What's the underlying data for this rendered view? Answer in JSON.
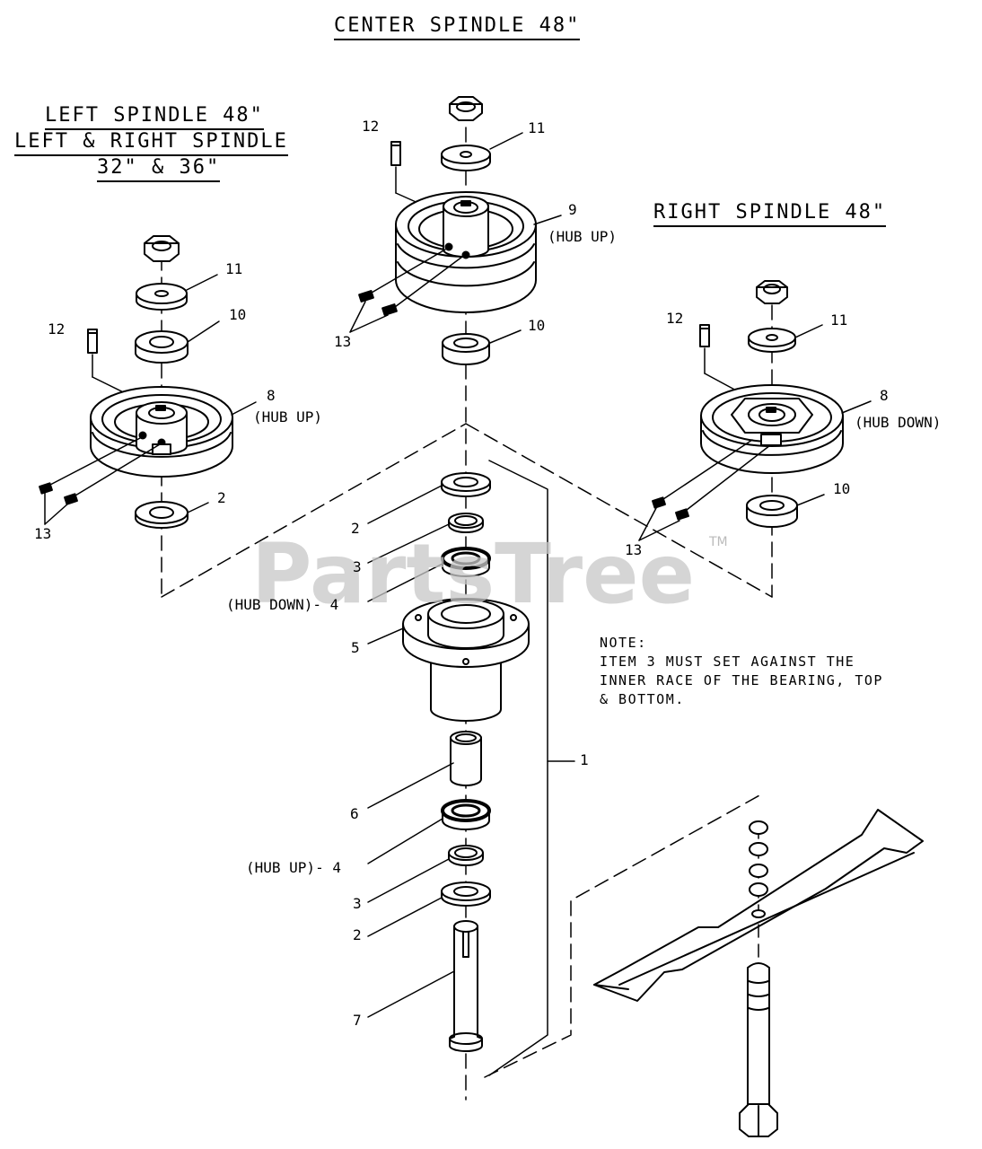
{
  "titles": {
    "center": "CENTER SPINDLE 48\"",
    "left_line1": "LEFT SPINDLE 48\"",
    "left_line2": "LEFT & RIGHT SPINDLE",
    "left_line3": "32\" & 36\"",
    "right": "RIGHT SPINDLE 48\""
  },
  "note": {
    "line1": "NOTE:",
    "line2": "ITEM 3 MUST SET AGAINST THE",
    "line3": "INNER RACE OF THE BEARING, TOP",
    "line4": "& BOTTOM."
  },
  "callouts": {
    "center_12": "12",
    "center_11": "11",
    "center_9": "9",
    "center_9_note": "(HUB UP)",
    "center_13": "13",
    "center_10": "10",
    "left_11": "11",
    "left_10": "10",
    "left_12": "12",
    "left_8": "8",
    "left_8_note": "(HUB UP)",
    "left_13": "13",
    "left_2": "2",
    "right_12": "12",
    "right_11": "11",
    "right_8": "8",
    "right_8_note": "(HUB DOWN)",
    "right_10": "10",
    "right_13": "13",
    "stack_2_top": "2",
    "stack_3_top": "3",
    "stack_4_top": "(HUB DOWN)- 4",
    "stack_5": "5",
    "stack_6": "6",
    "stack_4_bottom": "(HUB UP)- 4",
    "stack_3_bottom": "3",
    "stack_2_bottom": "2",
    "stack_7": "7",
    "assembly_1": "1"
  },
  "watermark": {
    "text": "PartsTree",
    "mark": "TM"
  }
}
